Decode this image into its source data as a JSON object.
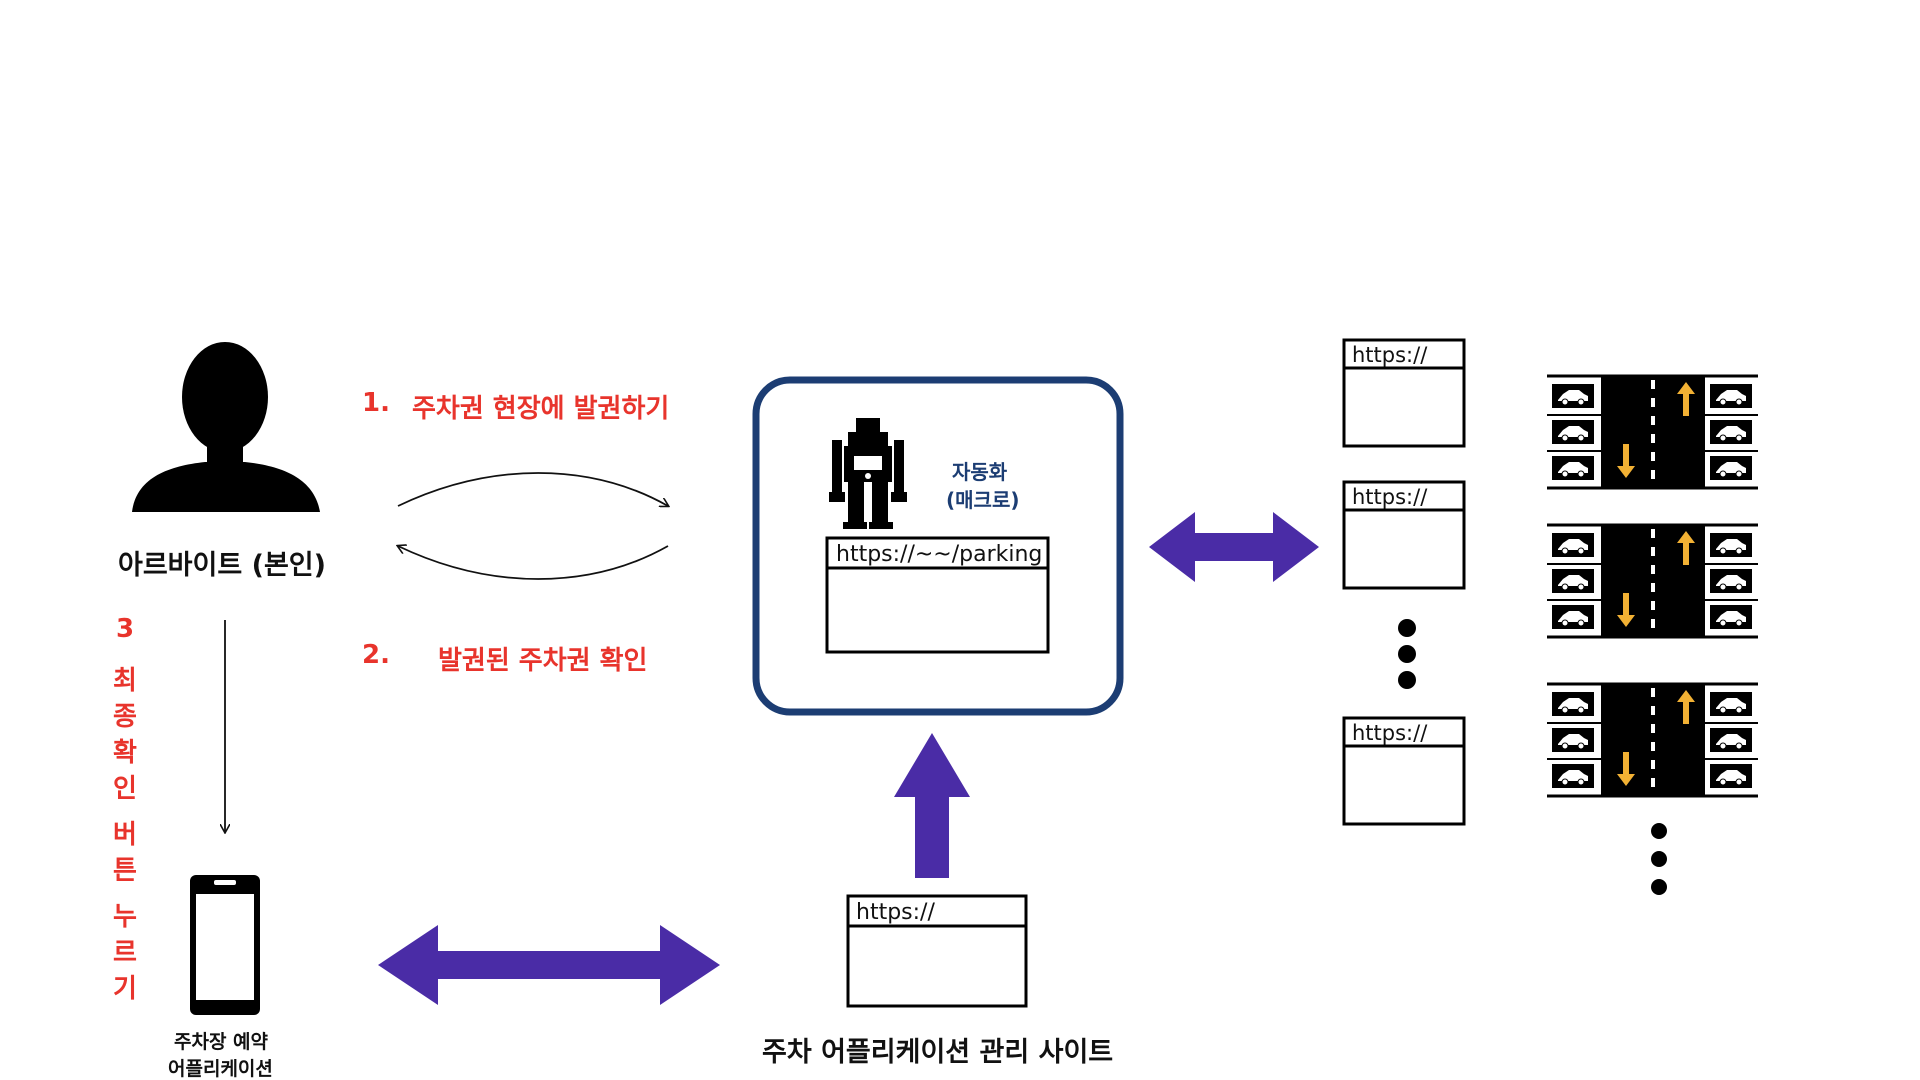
{
  "labels": {
    "person": "아르바이트 (본인)",
    "step1_num": "1.",
    "step1_text": "주차권 현장에 발권하기",
    "step2_num": "2.",
    "step2_text": "발권된 주차권 확인",
    "step3_chars": [
      "3",
      "최",
      "종",
      "확",
      "인",
      "버",
      "튼",
      "누",
      "르",
      "기"
    ],
    "automation_line1": "자동화",
    "automation_line2": "(매크로)",
    "phone_line1": "주차장 예약",
    "phone_line2": "어플리케이션",
    "admin_site": "주차 어플리케이션 관리 사이트"
  },
  "browsers": {
    "macro_url": "https://~~/parking",
    "admin_url": "https://",
    "site_urls": [
      "https://",
      "https://",
      "https://"
    ]
  },
  "colors": {
    "accent_red": "#e8342c",
    "arrow_purple": "#4a2ca6",
    "navy": "#1c3d73",
    "road_arrow": "#f2b134"
  },
  "icons": {
    "person": "person-silhouette-icon",
    "robot": "robot-icon",
    "phone": "smartphone-icon",
    "car": "car-icon"
  }
}
